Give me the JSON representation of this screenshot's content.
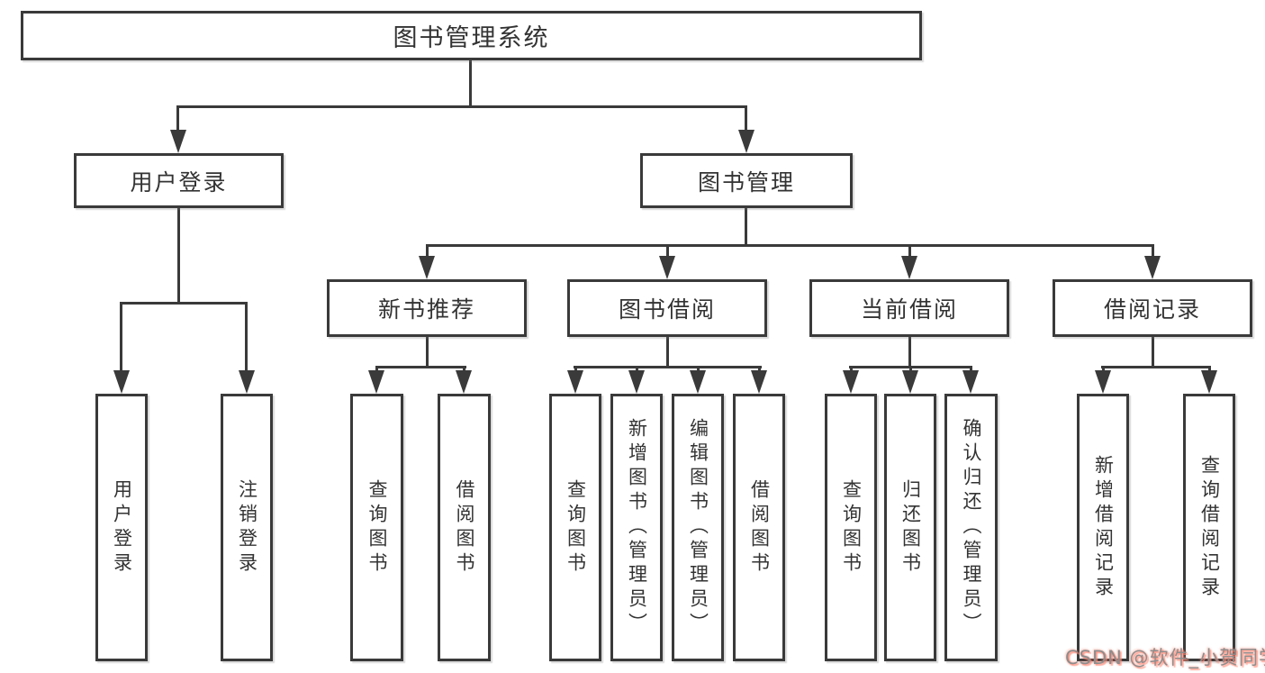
{
  "diagram": {
    "type": "hierarchy-tree",
    "tree": {
      "label": "图书管理系统",
      "children": [
        {
          "label": "用户登录",
          "children": [
            {
              "label": "用户登录"
            },
            {
              "label": "注销登录"
            }
          ]
        },
        {
          "label": "图书管理",
          "children": [
            {
              "label": "新书推荐",
              "children": [
                {
                  "label": "查询图书"
                },
                {
                  "label": "借阅图书"
                }
              ]
            },
            {
              "label": "图书借阅",
              "children": [
                {
                  "label": "查询图书"
                },
                {
                  "label": "新增图书（管理员）"
                },
                {
                  "label": "编辑图书（管理员）"
                },
                {
                  "label": "借阅图书"
                }
              ]
            },
            {
              "label": "当前借阅",
              "children": [
                {
                  "label": "查询图书"
                },
                {
                  "label": "归还图书"
                },
                {
                  "label": "确认归还（管理员）"
                }
              ]
            },
            {
              "label": "借阅记录",
              "children": [
                {
                  "label": "新增借阅记录"
                },
                {
                  "label": "查询借阅记录"
                }
              ]
            }
          ]
        }
      ]
    }
  },
  "watermark": {
    "text": "CSDN @软件_小贺同学"
  },
  "colors": {
    "background": "#ffffff",
    "line": "#3a3a3a",
    "box_border": "#3a3a3a",
    "box_fill": "#ffffff",
    "text": "#333333",
    "watermark_text": "#8d8d8d",
    "watermark_glow": "#ff7a64"
  }
}
